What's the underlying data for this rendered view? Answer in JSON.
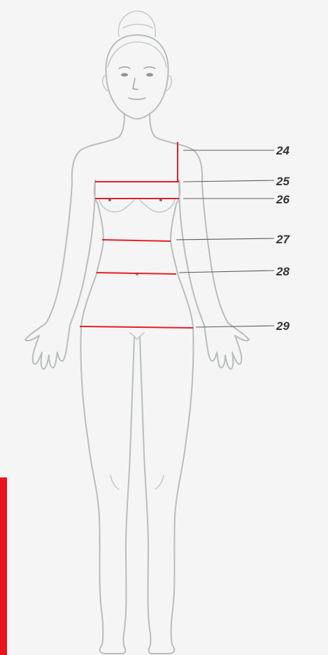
{
  "diagram": {
    "measurements": [
      {
        "id": "24",
        "label": "24"
      },
      {
        "id": "25",
        "label": "25"
      },
      {
        "id": "26",
        "label": "26"
      },
      {
        "id": "27",
        "label": "27"
      },
      {
        "id": "28",
        "label": "28"
      },
      {
        "id": "29",
        "label": "29"
      }
    ]
  },
  "colors": {
    "background": "#f5f5f5",
    "measure_line": "#e61f25",
    "outline": "#b9bdbd",
    "label_text": "#333333",
    "accent_bar": "#e8131b"
  }
}
